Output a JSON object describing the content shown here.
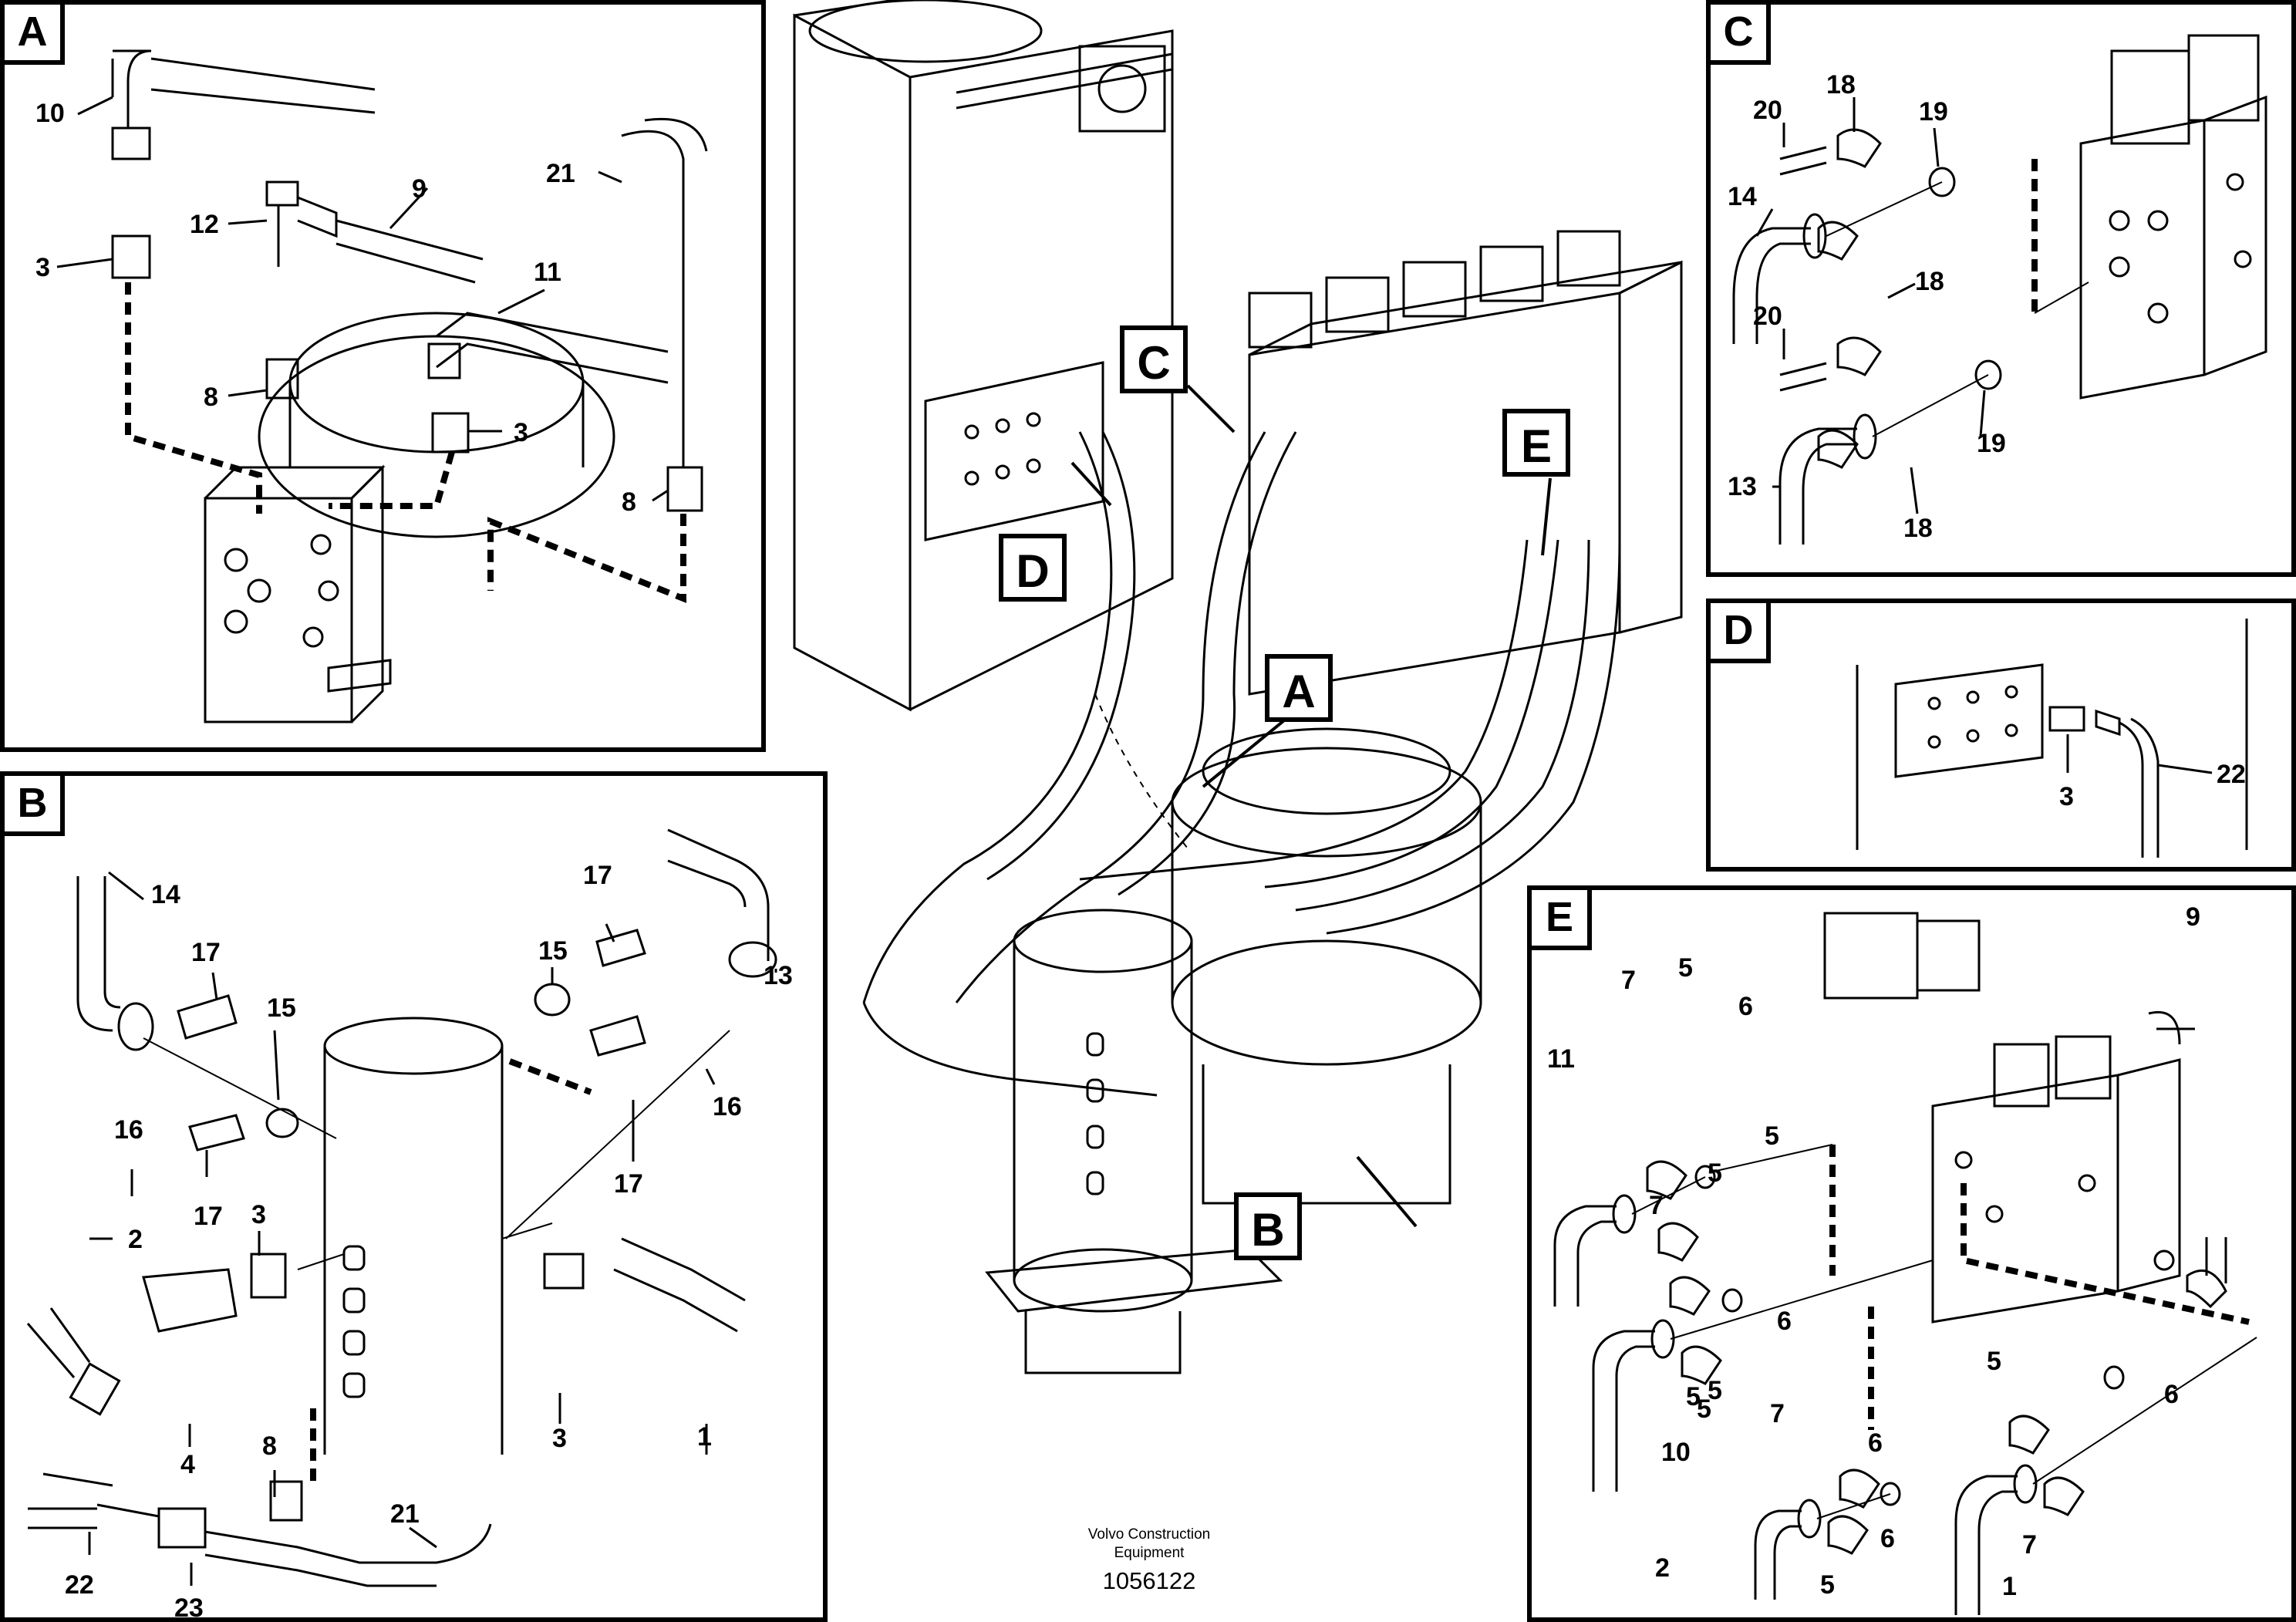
{
  "panels": {
    "a": {
      "tag": "A",
      "labels": [
        "10",
        "3",
        "12",
        "9",
        "21",
        "11",
        "8",
        "3",
        "8"
      ]
    },
    "b": {
      "tag": "B",
      "labels": [
        "14",
        "17",
        "15",
        "17",
        "15",
        "13",
        "16",
        "17",
        "16",
        "17",
        "3",
        "2",
        "4",
        "8",
        "3",
        "1",
        "22",
        "23",
        "21"
      ]
    },
    "c": {
      "tag": "C",
      "labels": [
        "20",
        "18",
        "19",
        "14",
        "18",
        "20",
        "19",
        "13",
        "18"
      ]
    },
    "d": {
      "tag": "D",
      "labels": [
        "3",
        "22"
      ]
    },
    "e": {
      "tag": "E",
      "labels": [
        "7",
        "5",
        "6",
        "9",
        "11",
        "5",
        "7",
        "5",
        "6",
        "10",
        "5",
        "6",
        "5",
        "7",
        "5",
        "6",
        "6",
        "5",
        "2",
        "5",
        "7",
        "1"
      ]
    }
  },
  "callouts": {
    "c": "C",
    "d": "D",
    "e": "E",
    "a": "A",
    "b": "B"
  },
  "caption": {
    "line1": "Volvo Construction",
    "line2": "Equipment",
    "number": "1056122"
  }
}
